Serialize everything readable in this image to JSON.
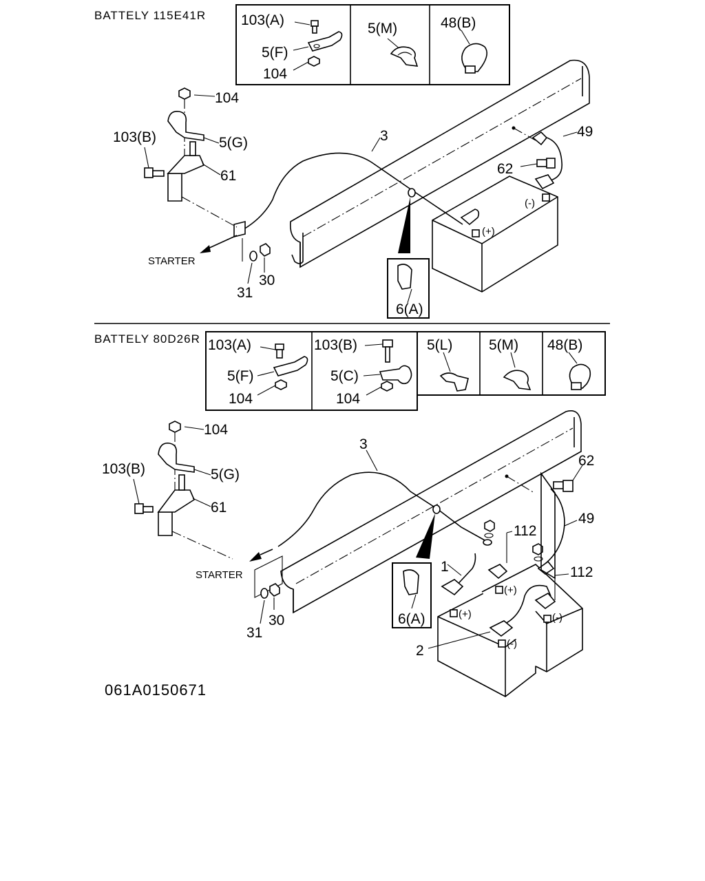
{
  "sections": [
    {
      "title": "BATTELY 115E41R",
      "inset_labels": {
        "bolt_a": "103(A)",
        "clip_f": "5(F)",
        "nut": "104",
        "clip_m": "5(M)",
        "band_b": "48(B)"
      },
      "callouts": {
        "nut_104": "104",
        "clip_5g": "5(G)",
        "bolt_103b": "103(B)",
        "bracket_61": "61",
        "cable_3": "3",
        "cable_49": "49",
        "bolt_62": "62",
        "washer_31": "31",
        "nut_30": "30",
        "clip_6a": "6(A)",
        "starter": "STARTER",
        "plus": "(+)",
        "minus": "(-)"
      }
    },
    {
      "title": "BATTELY 80D26R",
      "inset_labels": {
        "bolt_a": "103(A)",
        "clip_f": "5(F)",
        "nut_a": "104",
        "bolt_b": "103(B)",
        "clip_c": "5(C)",
        "nut_b": "104",
        "clip_l": "5(L)",
        "clip_m": "5(M)",
        "band_b": "48(B)"
      },
      "callouts": {
        "nut_104": "104",
        "clip_5g": "5(G)",
        "bolt_103b": "103(B)",
        "bracket_61": "61",
        "cable_3": "3",
        "bolt_62": "62",
        "cable_49": "49",
        "term_112_a": "112",
        "term_112_b": "112",
        "cable_1": "1",
        "cable_2": "2",
        "washer_31": "31",
        "nut_30": "30",
        "clip_6a": "6(A)",
        "starter": "STARTER",
        "plus_a": "(+)",
        "plus_b": "(+)",
        "minus_a": "(-)",
        "minus_b": "(-)"
      }
    }
  ],
  "figure_code": "061A0150671"
}
